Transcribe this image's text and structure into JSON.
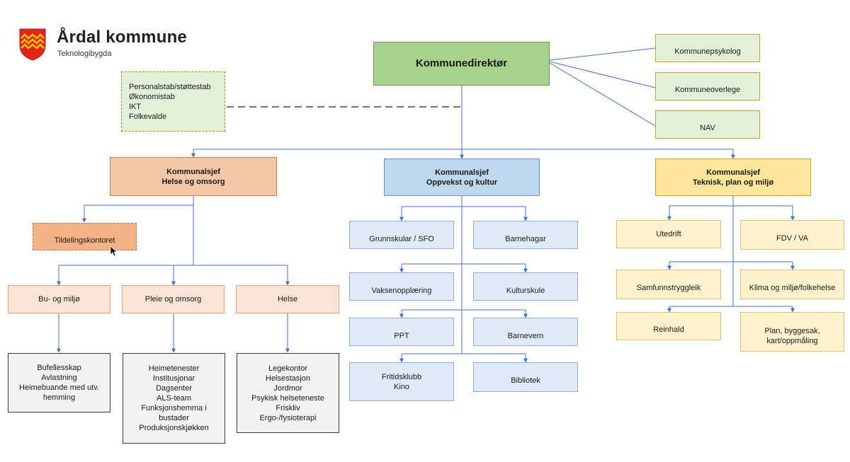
{
  "logo": {
    "title": "Årdal kommune",
    "subtitle": "Teknologibygda"
  },
  "director": "Kommunedirektør",
  "staff": [
    "Personalstab/støttestab",
    "Økonomistab",
    "IKT",
    "Folkevalde"
  ],
  "side_units": [
    "Kommunepsykolog",
    "Kommuneoverlege",
    "NAV"
  ],
  "helse": {
    "head": [
      "Kommunalsjef",
      "Helse og omsorg"
    ],
    "tildeling": "Tildelingskontoret",
    "units": [
      "Bu- og miljø",
      "Pleie og omsorg",
      "Helse"
    ],
    "details": [
      [
        "Bufellesskap",
        "Avlastning",
        "Heimebuande med utv.",
        "hemming"
      ],
      [
        "Heimetenester",
        "Institusjonar",
        "Dagsenter",
        "ALS-team",
        "Funksjonshemma i",
        "bustader",
        "Produksjonskjøkken"
      ],
      [
        "Legekontor",
        "Helsestasjon",
        "Jordmor",
        "Psykisk helseteneste",
        "Friskliv",
        "Ergo-/fysioterapi"
      ]
    ]
  },
  "oppvekst": {
    "head": [
      "Kommunalsjef",
      "Oppvekst og kultur"
    ],
    "units": [
      "Grunnskular / SFO",
      "Barnehagar",
      "Vaksenopplæring",
      "Kulturskule",
      "PPT",
      "Barnevern",
      "Fritidsklubb",
      "Kino",
      "Bibliotek"
    ]
  },
  "teknisk": {
    "head": [
      "Kommunalsjef",
      "Teknisk, plan og miljø"
    ],
    "units": [
      "Utedrift",
      "FDV / VA",
      "Samfunnstryggleik",
      "Klima og miljø/folkehelse",
      "Reinhald",
      "Plan, byggesak,",
      "kart/oppmåling"
    ]
  },
  "colors": {
    "line": "#4472c4",
    "director": "#a9d18e",
    "helse": "#f4c7a7",
    "oppvekst": "#bdd7ee",
    "teknisk": "#ffe699",
    "details": "#f2f2f2"
  }
}
